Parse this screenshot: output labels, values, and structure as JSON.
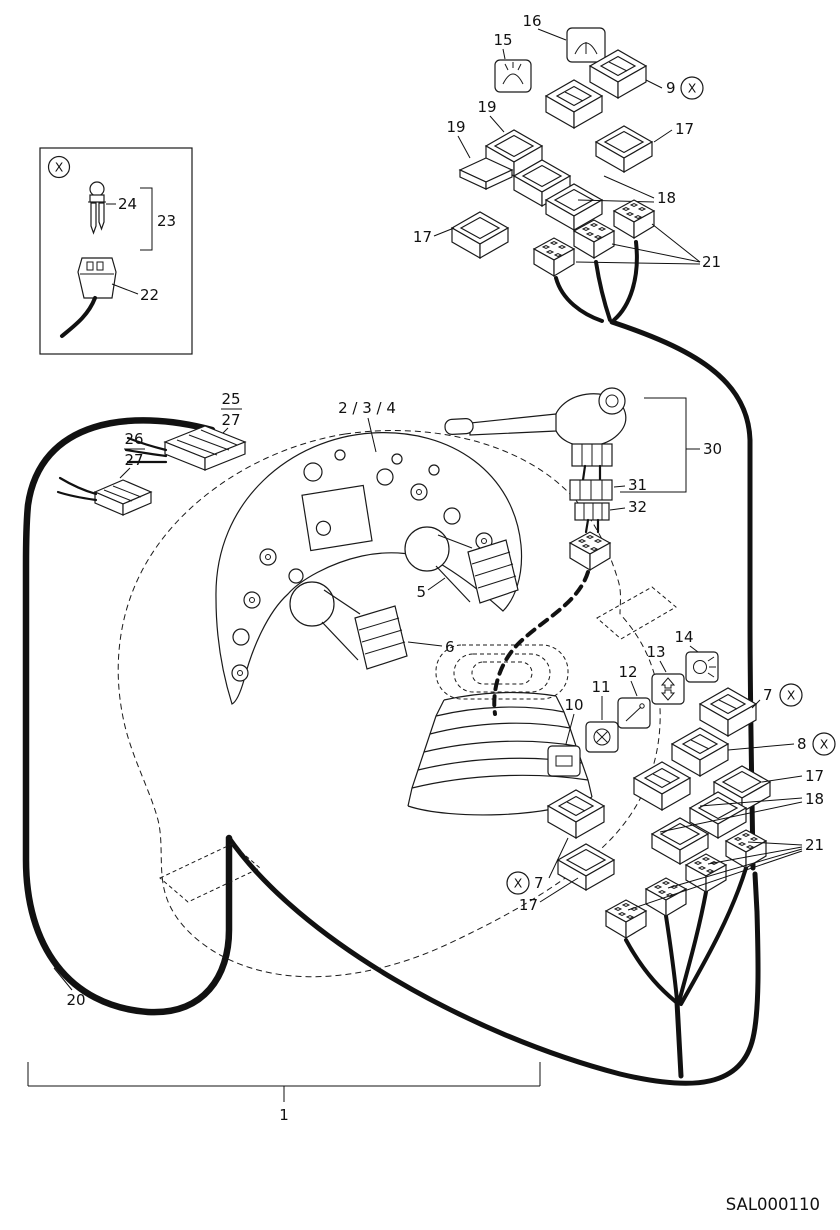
{
  "diagram": {
    "code": "SAL000110",
    "x_mark": "X",
    "callouts": {
      "n1": "1",
      "n2_3_4": "2 / 3 / 4",
      "n5": "5",
      "n6": "6",
      "n7_right": "7",
      "n7_left": "7",
      "n8": "8",
      "n9": "9",
      "n10": "10",
      "n11": "11",
      "n12": "12",
      "n13": "13",
      "n14": "14",
      "n15": "15",
      "n16": "16",
      "n17_top_right": "17",
      "n17_top_left": "17",
      "n17_lower_right": "17",
      "n17_lower_left": "17",
      "n18_top": "18",
      "n18_lower": "18",
      "n19_upper": "19",
      "n19_lower": "19",
      "n20": "20",
      "n21_top": "21",
      "n21_lower": "21",
      "n22": "22",
      "n23": "23",
      "n24": "24",
      "n25": "25",
      "n26": "26",
      "n27_a": "27",
      "n27_b": "27",
      "n30": "30",
      "n31": "31",
      "n32": "32"
    }
  }
}
